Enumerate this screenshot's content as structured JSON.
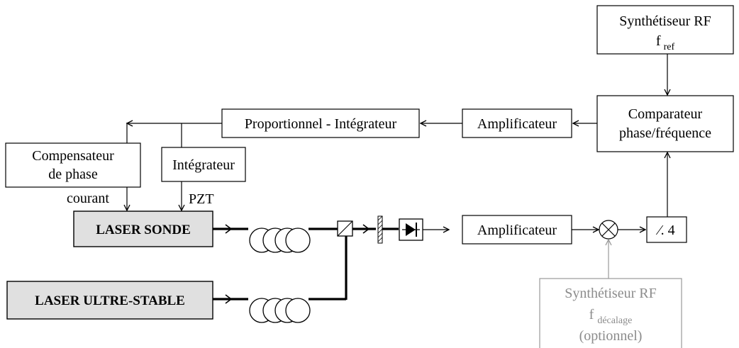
{
  "blocks": {
    "synth_ref": {
      "line1": "Synthétiseur RF",
      "f": "f",
      "sub": "ref"
    },
    "comparator": {
      "line1": "Comparateur",
      "line2": "phase/fréquence"
    },
    "amp_top": {
      "label": "Amplificateur"
    },
    "pi": {
      "label": "Proportionnel - Intégrateur"
    },
    "compensator": {
      "line1": "Compensateur",
      "line2": "de phase"
    },
    "integrator": {
      "label": "Intégrateur"
    },
    "laser_probe": {
      "label": "LASER SONDE"
    },
    "laser_stable": {
      "label": "LASER ULTRE-STABLE"
    },
    "amp_bottom": {
      "label": "Amplificateur"
    },
    "divider": {
      "label": "⁄. 4"
    },
    "synth_offset": {
      "line1": "Synthétiseur RF",
      "f": "f",
      "sub": "décalage",
      "line3": "(optionnel)"
    }
  },
  "labels": {
    "courant": "courant",
    "pzt": "PZT"
  },
  "colors": {
    "laser_fill": "#e0e0e0",
    "optional_grey": "#9a9a9a"
  }
}
